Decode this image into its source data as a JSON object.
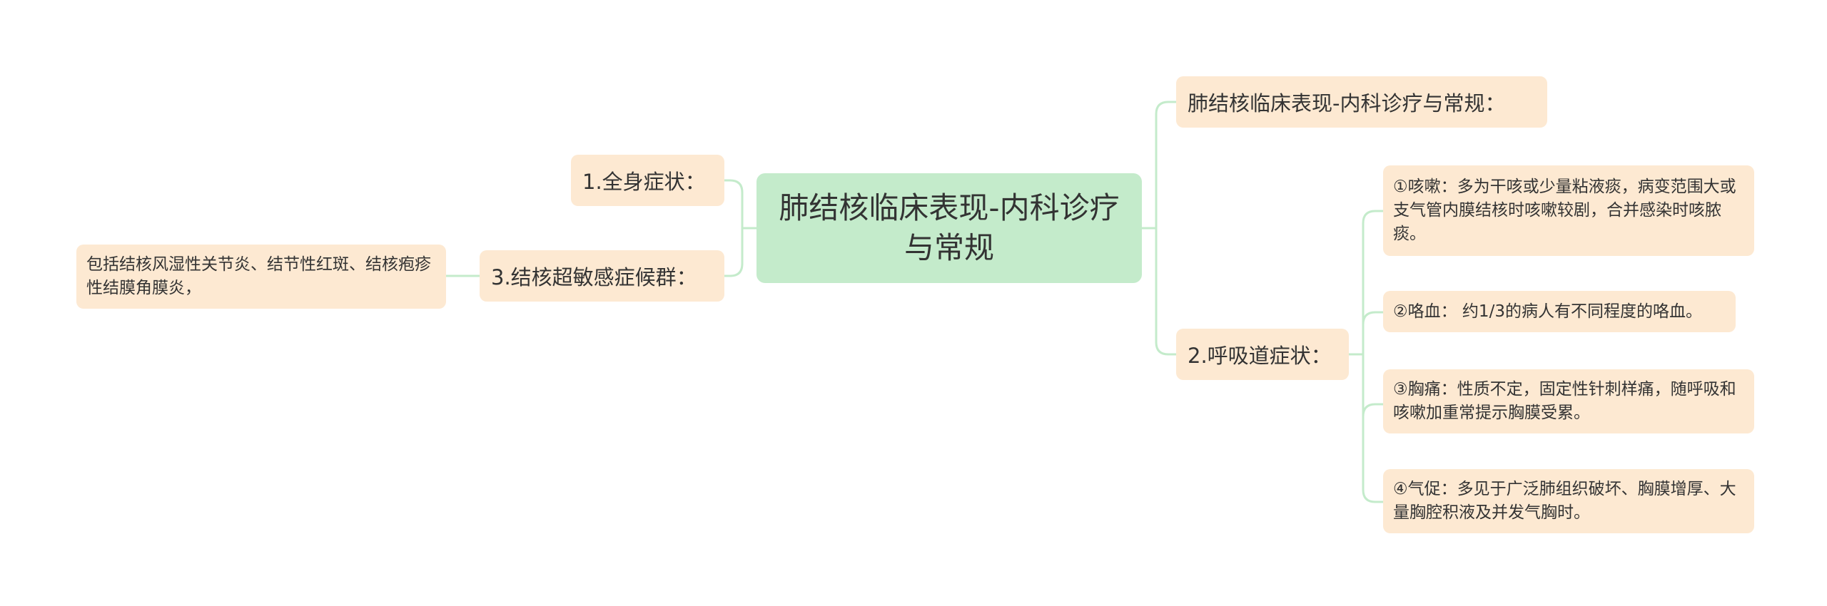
{
  "colors": {
    "root_fill": "#c4ebcb",
    "node_fill": "#fde9d2",
    "connector": "#c4ebcb",
    "text": "#333333"
  },
  "root": {
    "label": "肺结核临床表现-内科诊疗与常规"
  },
  "right_branches": [
    {
      "label": "肺结核临床表现-内科诊疗与常规：",
      "children": []
    },
    {
      "label": "2.呼吸道症状：",
      "children": [
        "①咳嗽：多为干咳或少量粘液痰，病变范围大或支气管内膜结核时咳嗽较剧，合并感染时咳脓痰。",
        "②咯血： 约1/3的病人有不同程度的咯血。",
        "③胸痛：性质不定，固定性针刺样痛，随呼吸和咳嗽加重常提示胸膜受累。",
        "④气促：多见于广泛肺组织破坏、胸膜增厚、大量胸腔积液及并发气胸时。"
      ]
    }
  ],
  "left_branches": [
    {
      "label": "1.全身症状：",
      "children": []
    },
    {
      "label": "3.结核超敏感症候群：",
      "children": [
        "包括结核风湿性关节炎、结节性红斑、结核疱疹性结膜角膜炎，"
      ]
    }
  ]
}
